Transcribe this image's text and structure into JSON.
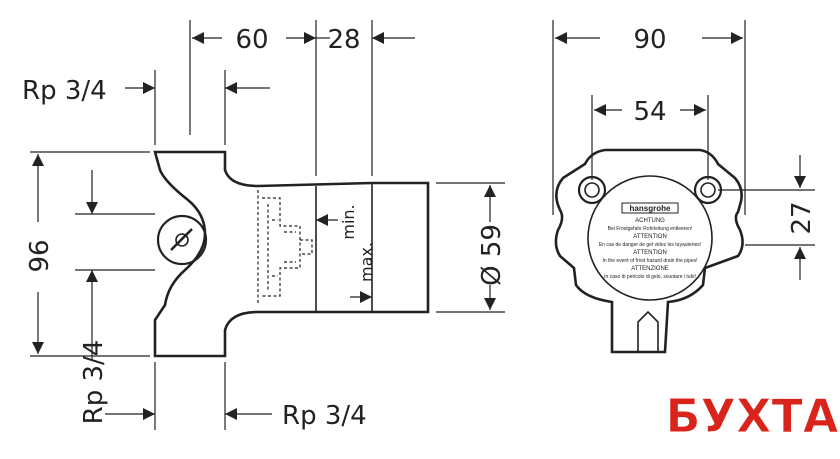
{
  "dimensions": {
    "top_60": "60",
    "top_28": "28",
    "left_thread_top": "Rp 3/4",
    "height_96": "96",
    "left_thread_bottom": "Rp 3/4",
    "bottom_thread_left": "Rp 3/4",
    "bottom_thread_right": "Rp 3/4",
    "diameter_59": "Ø 59",
    "min": "min.",
    "max": "max.",
    "width_90": "90",
    "width_54": "54",
    "height_27": "27"
  },
  "label_plate": {
    "brand": "hansgrohe",
    "lines": [
      "ACHTUNG",
      "Bei Frostgefahr Rohrleitung entleeren!",
      "ATTENTION",
      "En cas de danger de gel videz les tuyauteries!",
      "ATTENTION",
      "In the event of frost hazard drain the pipes!",
      "ATTENZIONE",
      "In caso di pericolo di gelo, svuotare i tubi!"
    ]
  },
  "watermark": "БУХТА",
  "colors": {
    "line": "#222222",
    "watermark_red": "#d9241b"
  }
}
